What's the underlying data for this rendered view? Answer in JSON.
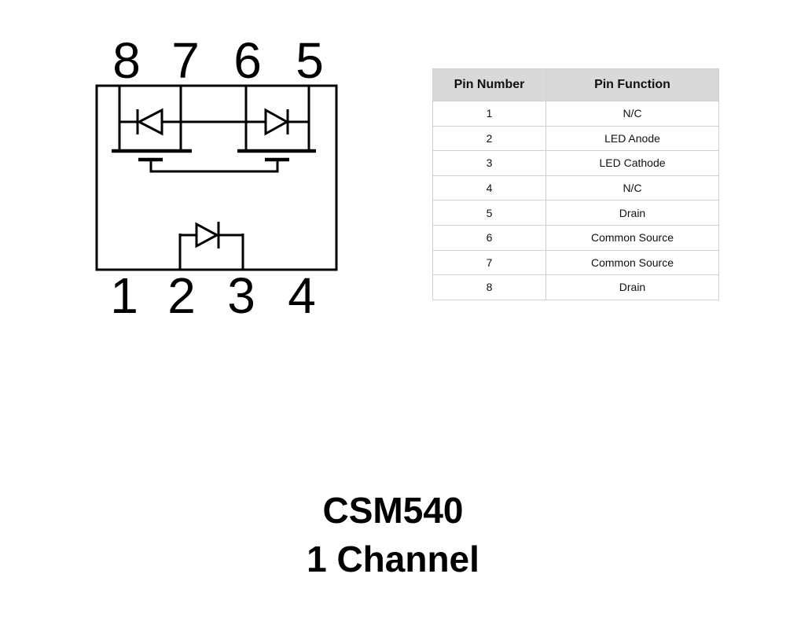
{
  "diagram": {
    "top_pins": [
      "8",
      "7",
      "6",
      "5"
    ],
    "bottom_pins": [
      "1",
      "2",
      "3",
      "4"
    ]
  },
  "pin_table": {
    "headers": [
      "Pin Number",
      "Pin Function"
    ],
    "rows": [
      {
        "pin": "1",
        "function": "N/C"
      },
      {
        "pin": "2",
        "function": "LED Anode"
      },
      {
        "pin": "3",
        "function": "LED Cathode"
      },
      {
        "pin": "4",
        "function": "N/C"
      },
      {
        "pin": "5",
        "function": "Drain"
      },
      {
        "pin": "6",
        "function": "Common Source"
      },
      {
        "pin": "7",
        "function": "Common Source"
      },
      {
        "pin": "8",
        "function": "Drain"
      }
    ],
    "header_bg": "#d9d9d9",
    "border_color": "#cfcfcf"
  },
  "title": {
    "model": "CSM540",
    "subtitle": "1 Channel"
  },
  "colors": {
    "line": "#000000",
    "background": "#ffffff"
  }
}
